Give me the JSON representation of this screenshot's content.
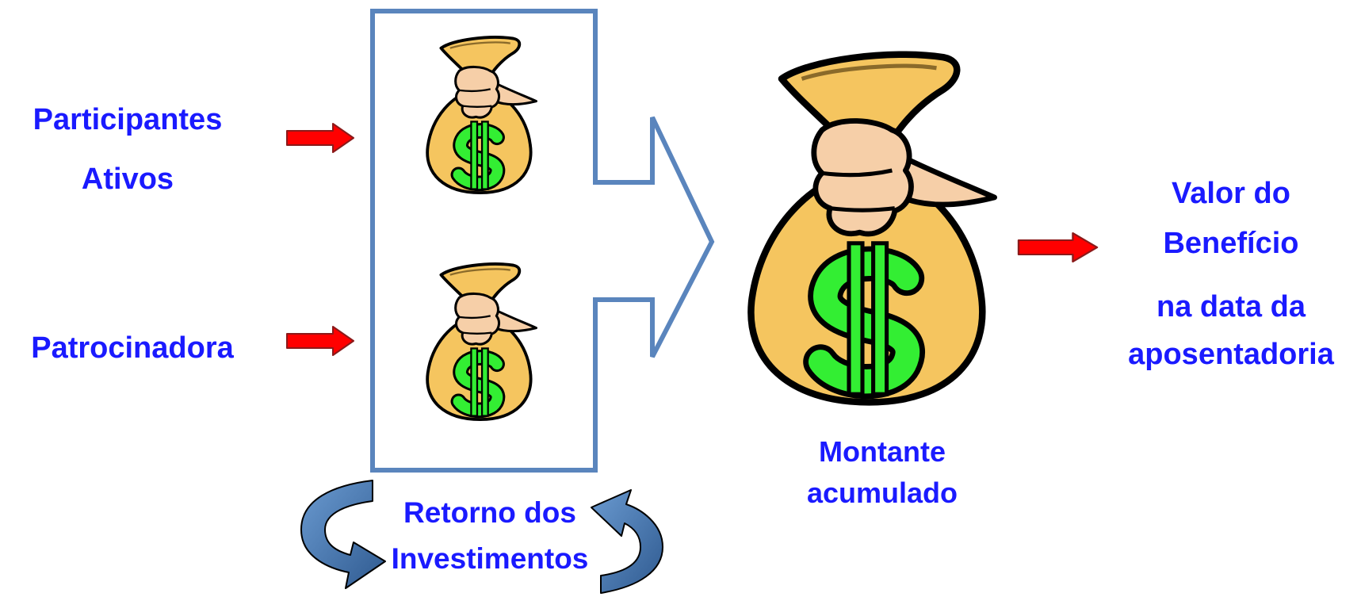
{
  "diagram": {
    "inputs": {
      "participants_line1": "Participantes",
      "participants_line2": "Ativos",
      "sponsor": "Patrocinadora"
    },
    "returns": {
      "line1": "Retorno dos",
      "line2": "Investimentos"
    },
    "accumulated": {
      "line1": "Montante",
      "line2": "acumulado"
    },
    "benefit": {
      "line1": "Valor do",
      "line2": "Benefício",
      "line3": "na data da",
      "line4": "aposentadoria"
    },
    "icons": {
      "money_bag": "money-bag-icon",
      "input_arrow": "red-arrow-icon",
      "cycle_arrow": "curved-arrow-icon"
    },
    "colors": {
      "label_text": "#1a1aff",
      "frame": "#5a85bd",
      "arrow_red": "#ff0000",
      "bag_fill": "#f5c55f",
      "dollar_green": "#33ee33",
      "cycle_arrow": "#4a78b0"
    }
  }
}
